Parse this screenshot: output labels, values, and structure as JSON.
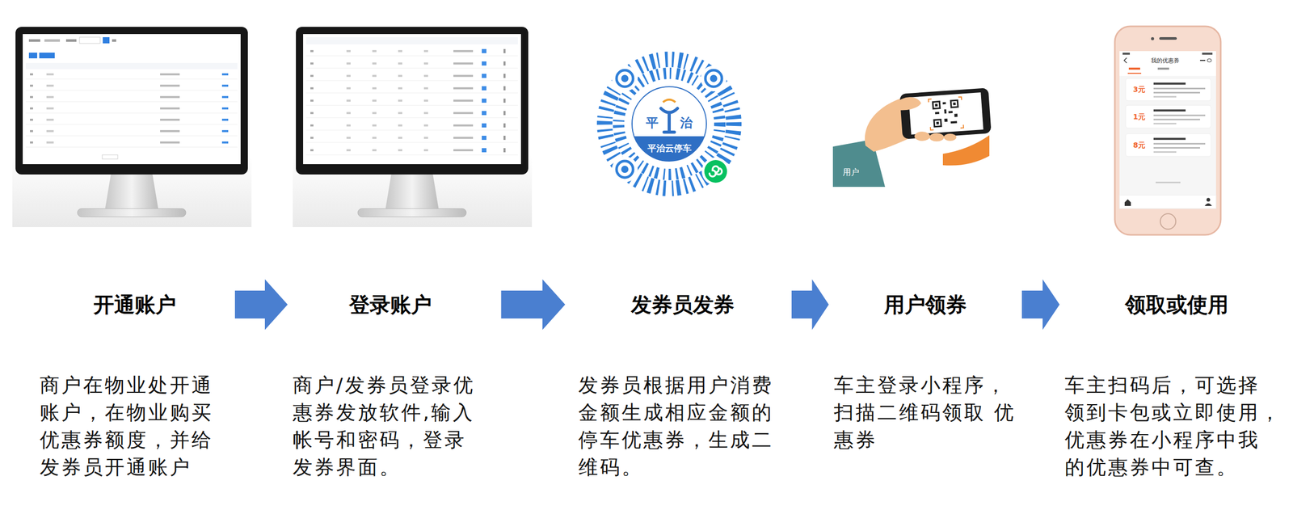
{
  "diagram": {
    "nodes": [
      {
        "text": [
          "开通账户",
          "商户在物业处开通 账户，在物业购买 优惠券额度，并给 发券员开通账户"
        ]
      },
      {
        "text": [
          "登录账户",
          "商户/发券员登录优 惠券发放软件,输入 帐号和密码，登录 发券界面。"
        ]
      },
      {
        "text": [
          "发券员发券",
          "发券员根据用户消费 金额生成相应金额的 停车优惠券，生成二 维码。"
        ]
      },
      {
        "text": [
          "用户领券",
          "车主登录小程序， 扫描二维码领取 优惠券"
        ]
      },
      {
        "text": [
          "领取或使用",
          "车主扫码后，可选择 领到卡包或立即使用， 优惠券在小程序中我 的优惠券中可查。"
        ]
      }
    ],
    "edges": [
      {
        "from": 0,
        "to": 1,
        "arrow": "to"
      },
      {
        "from": 1,
        "to": 2,
        "arrow": "to"
      },
      {
        "from": 2,
        "to": 3,
        "arrow": "to"
      },
      {
        "from": 3,
        "to": 4,
        "arrow": "to"
      }
    ],
    "labels": [
      "平",
      "治",
      "平治云停车",
      "用户",
      "我的优惠券",
      "3元",
      "1元",
      "8元"
    ]
  }
}
